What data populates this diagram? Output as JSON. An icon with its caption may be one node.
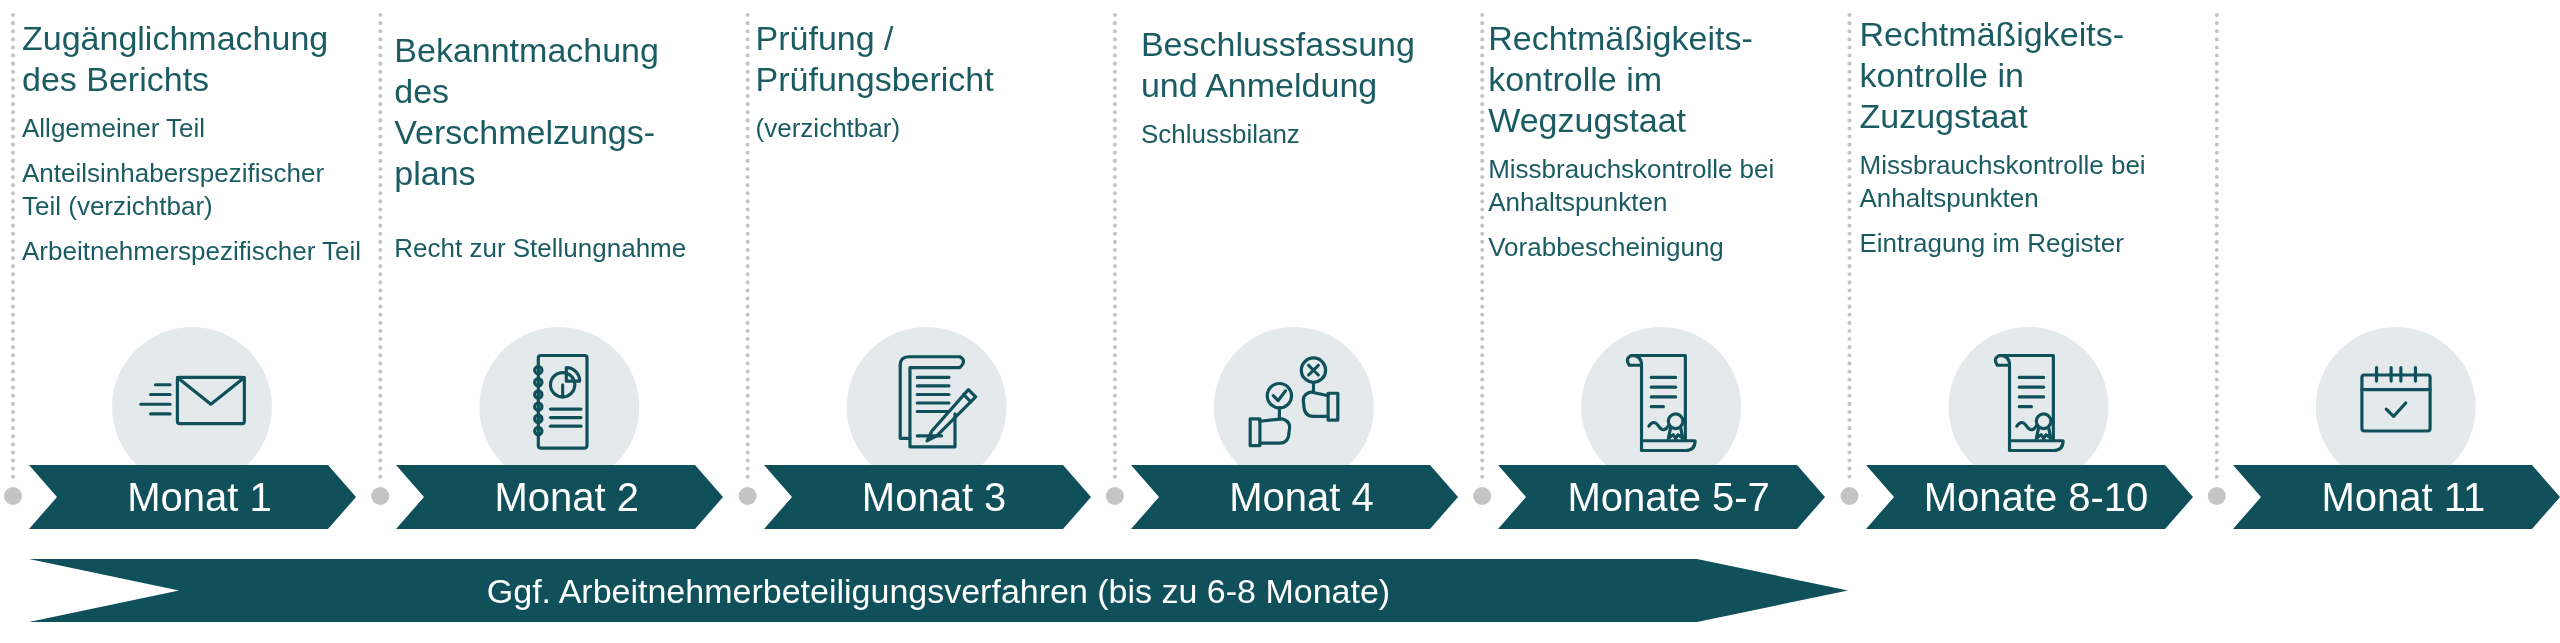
{
  "diagram": {
    "nodes": [
      {
        "text": [
          "Monat 1"
        ],
        "beside": [
          "Zugänglichmachung des Berichts",
          "Allgemeiner Teil",
          "Anteilsinhaberspezifischer Teil (verzichtbar)",
          "Arbeitnehmerspezifischer Teil"
        ]
      },
      {
        "text": [
          "Monat 2"
        ],
        "beside": [
          "Bekanntmachung des Verschmelzungs- plans",
          "Recht zur Stellungnahme"
        ]
      },
      {
        "text": [
          "Monat 3"
        ],
        "beside": [
          "Prüfung / Prüfungsbericht",
          "(verzichtbar)"
        ]
      },
      {
        "text": [
          "Monat 4"
        ],
        "beside": [
          "Beschlussfassung und Anmeldung",
          "Schlussbilanz"
        ]
      },
      {
        "text": [
          "Monate 5-7"
        ],
        "beside": [
          "Rechtmäßigkeits- kontrolle im Wegzugstaat",
          "Missbrauchskontrolle bei Anhaltspunkten",
          "Vorabbescheinigung"
        ]
      },
      {
        "text": [
          "Monate 8-10"
        ],
        "beside": [
          "Rechtmäßigkeits- kontrolle in Zuzugstaat",
          "Missbrauchskontrolle bei Anhaltspunkten",
          "Eintragung im Register"
        ]
      },
      {
        "text": [
          "Monat 11"
        ]
      },
      {
        "text": [
          "Ggf. Arbeitnehmerbeteiligungsverfahren (bis zu 6-8 Monate)"
        ]
      }
    ]
  }
}
